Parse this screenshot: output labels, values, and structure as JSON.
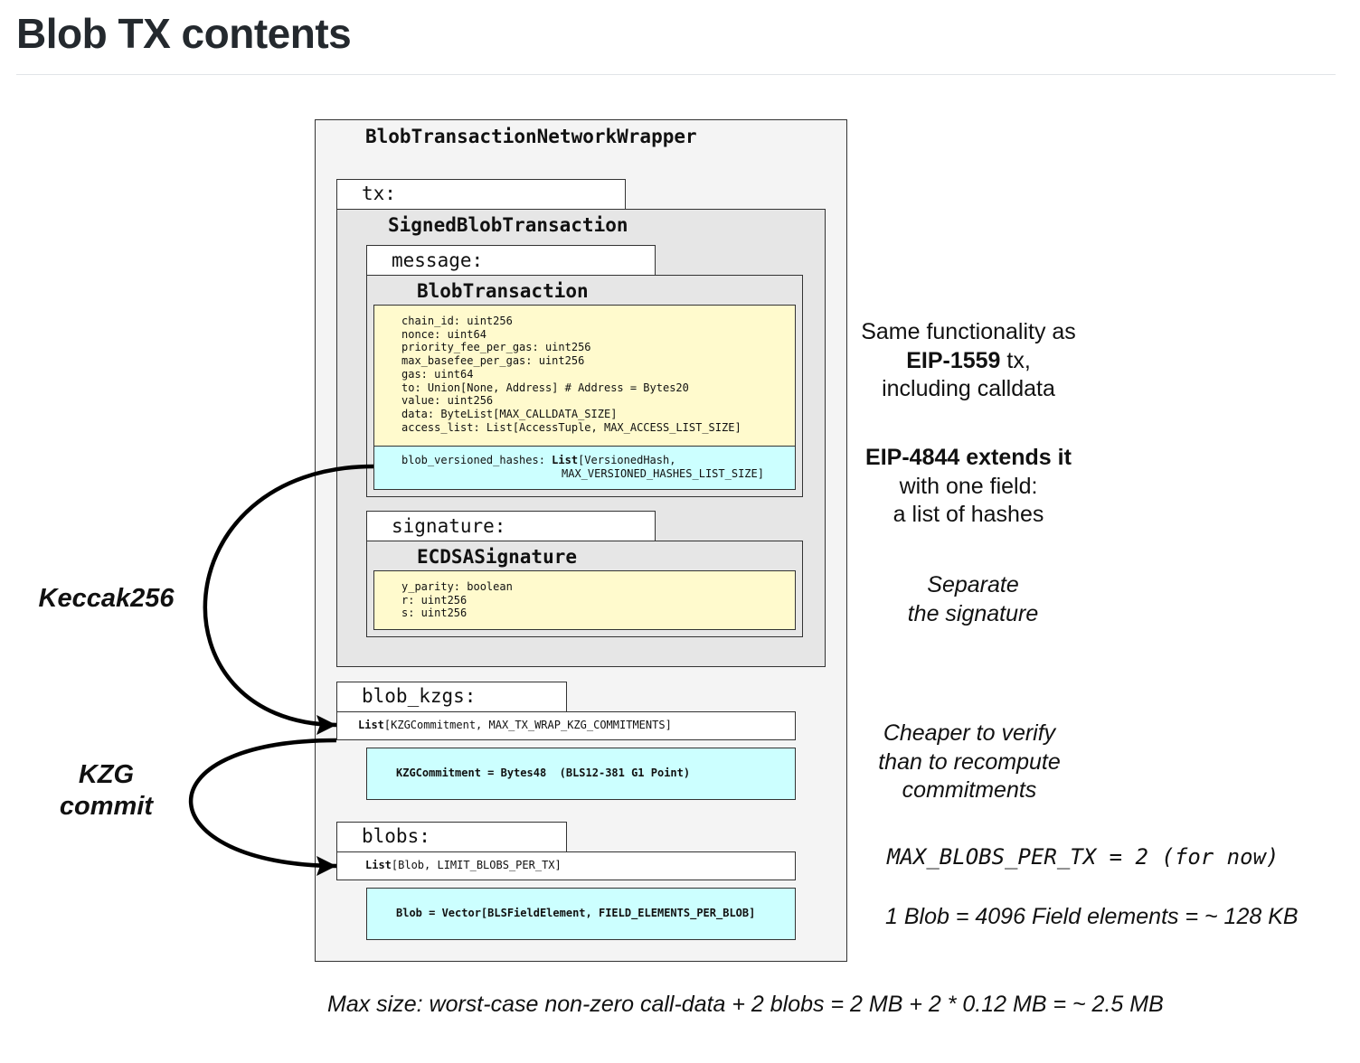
{
  "page_title": "Blob TX contents",
  "wrapper": {
    "title": "BlobTransactionNetworkWrapper"
  },
  "tx": {
    "label": "tx:",
    "title": "SignedBlobTransaction",
    "message": {
      "label": "message:",
      "title": "BlobTransaction",
      "fields": [
        "chain_id: uint256",
        "nonce: uint64",
        "priority_fee_per_gas: uint256",
        "max_basefee_per_gas: uint256",
        "gas: uint64",
        "to: Union[None, Address] # Address = Bytes20",
        "value: uint256",
        "data: ByteList[MAX_CALLDATA_SIZE]",
        "access_list: List[AccessTuple, MAX_ACCESS_LIST_SIZE]"
      ],
      "blob_field": {
        "name": "blob_versioned_hashes: ",
        "type_kw": "List",
        "type_rest": "[VersionedHash,",
        "type_line2": "MAX_VERSIONED_HASHES_LIST_SIZE]"
      }
    },
    "signature": {
      "label": "signature:",
      "title": "ECDSASignature",
      "fields": [
        "y_parity: boolean",
        "r: uint256",
        "s: uint256"
      ]
    }
  },
  "blob_kzgs": {
    "label": "blob_kzgs:",
    "list_kw": "List",
    "list_rest": "[KZGCommitment, MAX_TX_WRAP_KZG_COMMITMENTS]",
    "def": "KZGCommitment = Bytes48  (BLS12-381 G1 Point)"
  },
  "blobs": {
    "label": "blobs:",
    "list_kw": "List",
    "list_rest": "[Blob, LIMIT_BLOBS_PER_TX]",
    "def": "Blob = Vector[BLSFieldElement, FIELD_ELEMENTS_PER_BLOB]"
  },
  "left_labels": {
    "keccak": "Keccak256",
    "kzg_line1": "KZG",
    "kzg_line2": "commit"
  },
  "notes": {
    "same_func": {
      "line1": "Same functionality as",
      "line2_bold": "EIP-1559",
      "line2_rest": " tx,",
      "line3": "including calldata"
    },
    "extends": {
      "line1": "EIP-4844 extends it",
      "line2": "with one field:",
      "line3": "a list of hashes"
    },
    "separate": {
      "line1": "Separate",
      "line2": "the signature"
    },
    "cheaper": {
      "line1": "Cheaper to verify",
      "line2": "than to recompute",
      "line3": "commitments"
    },
    "max_blobs": "MAX_BLOBS_PER_TX = 2 (for now)",
    "blob_size": "1 Blob = 4096 Field elements = ~ 128 KB",
    "max_size": "Max size: worst-case non-zero call-data + 2 blobs = 2 MB + 2 * 0.12 MB = ~ 2.5 MB"
  }
}
